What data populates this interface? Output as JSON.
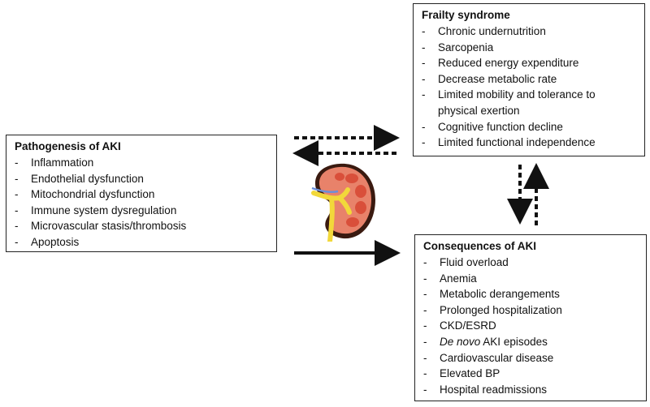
{
  "pathogenesis": {
    "title": "Pathogenesis of AKI",
    "items": [
      "Inflammation",
      "Endothelial dysfunction",
      "Mitochondrial dysfunction",
      "Immune system dysregulation",
      "Microvascular stasis/thrombosis",
      "Apoptosis"
    ]
  },
  "frailty": {
    "title": "Frailty syndrome",
    "items": [
      "Chronic undernutrition",
      "Sarcopenia",
      "Reduced energy expenditure",
      "Decrease metabolic rate",
      "Limited mobility and tolerance to",
      "physical exertion",
      "Cognitive function decline",
      "Limited functional independence"
    ]
  },
  "consequences": {
    "title": "Consequences of AKI",
    "items": [
      "Fluid overload",
      "Anemia",
      "Metabolic derangements",
      "Prolonged hospitalization",
      "CKD/ESRD",
      "De novo",
      " AKI episodes",
      "Cardiovascular disease",
      "Elevated BP",
      "Hospital readmissions"
    ]
  },
  "colors": {
    "kidney_cortex": "#e8826a",
    "kidney_medulla": "#d94f3a",
    "ureter": "#f2d83a",
    "outline": "#3a1a10"
  }
}
